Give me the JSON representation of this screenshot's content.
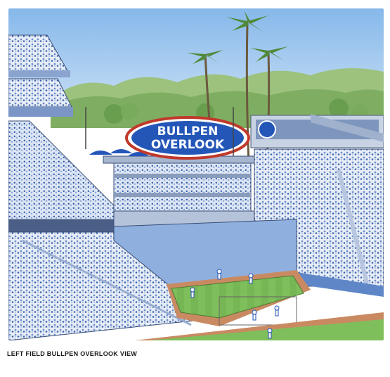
{
  "illustration": {
    "sign": {
      "line1": "BULLPEN",
      "line2": "OVERLOOK"
    },
    "colors": {
      "sky": "#9cc6ee",
      "dodger_blue": "#2456b8",
      "sign_red": "#c0392b",
      "field_green": "#7fbf5b",
      "warning_track": "#c98a62",
      "wall_blue": "#5f86c7",
      "trees": "#6a9e4f",
      "crowd_light": "#dfe8f6"
    }
  },
  "caption": "LEFT FIELD BULLPEN OVERLOOK VIEW"
}
